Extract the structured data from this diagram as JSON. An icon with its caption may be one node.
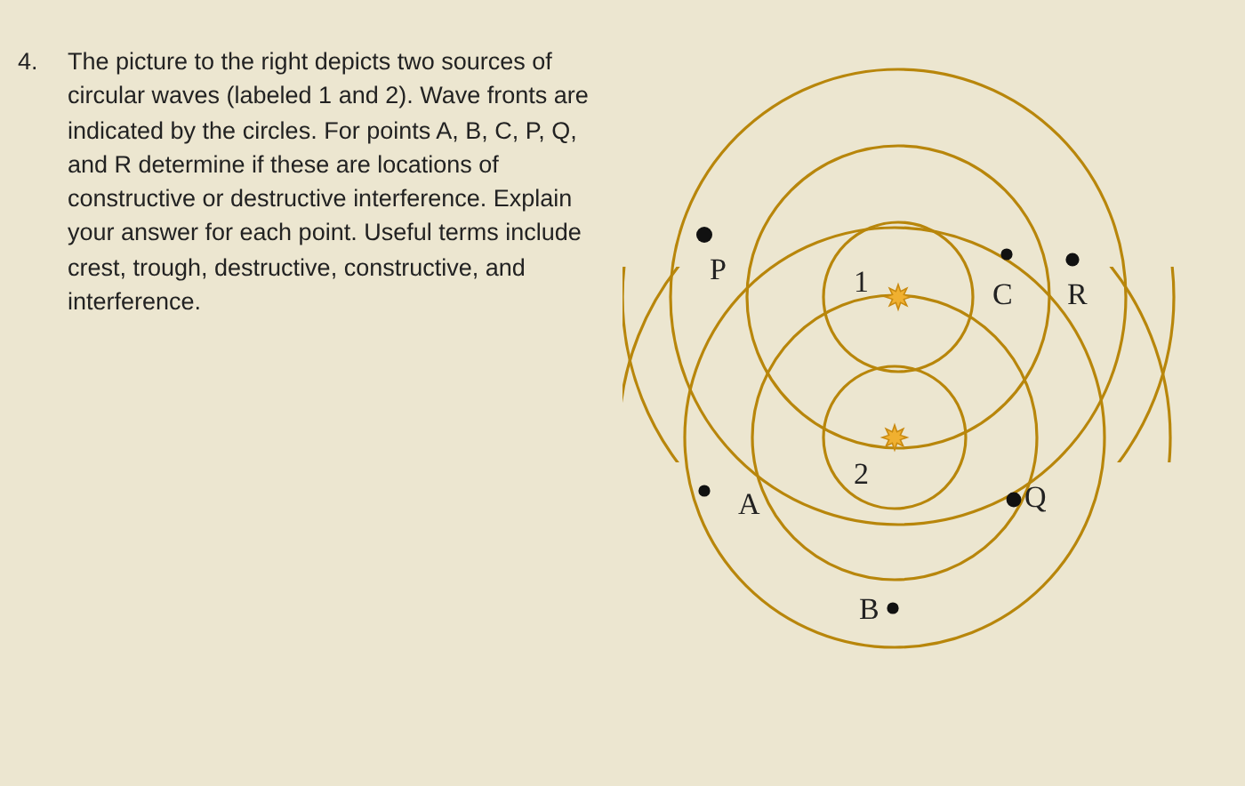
{
  "diagram": {
    "labels": [
      "4.",
      "The picture to the right depicts two sources of circular waves (labeled 1 and 2). Wave fronts are indicated by the circles. For points A, B, C, P, Q, and R determine if these are locations of constructive or destructive interference. Explain your answer for each point. Useful terms include crest, trough, destructive, constructive, and interference.",
      "P",
      "1",
      "C",
      "R",
      "2",
      "A",
      "Q",
      "B"
    ]
  }
}
